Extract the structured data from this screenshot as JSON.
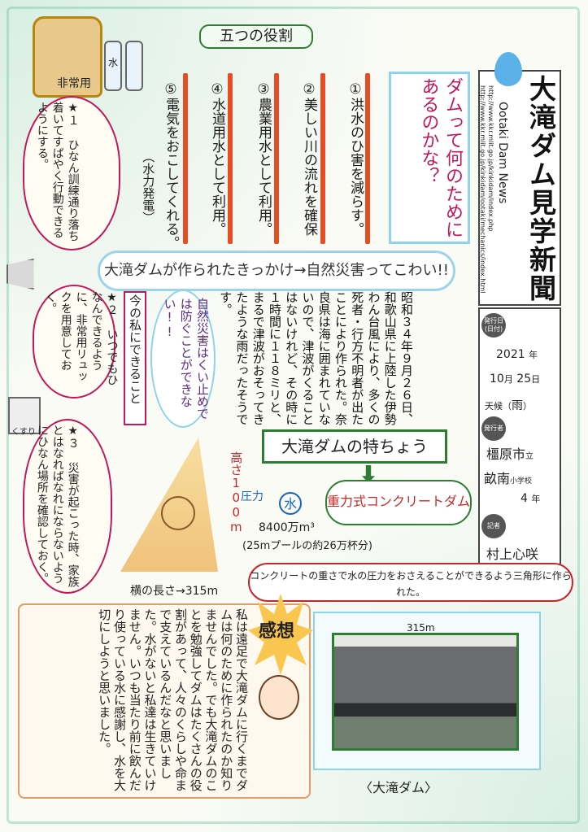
{
  "section_title": "五つの役割",
  "roles": [
    "①洪水のひ害を減らす。",
    "②美しい川の流れを確保",
    "③農業用水として利用。",
    "④水道用水として利用。",
    "⑤電気をおこしてくれる。"
  ],
  "role5_note": "（水力発電）",
  "question": "ダムって何のためにあるのかな？",
  "masthead": {
    "title": "大滝ダム見学新聞",
    "subtitle": "Ootaki Dam News",
    "url1": "http://www.kkr.mlit.go.jp/kinkidam/index.php",
    "url2": "http://www.kkr.mlit.go.jp/kinkidam/ootaki/mechanics/index.html"
  },
  "info": {
    "issue_label": "発行日",
    "issue_label_sub": "(日付)",
    "year": "2021",
    "year_unit": "年",
    "month": "10",
    "month_unit": "月",
    "day": "25",
    "day_unit": "日",
    "weather_label": "天候（",
    "weather": "雨",
    "weather_close": "）",
    "publisher_label": "発行者",
    "city": "橿原市",
    "city_unit": "立",
    "school": "畝南",
    "school_unit": "小学校",
    "grade": "4",
    "grade_unit": "年",
    "reporter_label": "記者",
    "reporter": "村上心咲"
  },
  "emergency_label": "非常用",
  "water_label": "水",
  "bag_label": "くすり",
  "cloud_title": "大滝ダムが作られたきっかけ→自然災害ってこわい!!",
  "story": "昭和３４年９月２６日、和歌山県に上陸した伊勢わん台風により、多くの死者・行方不明者が出たことにより作られた。奈良県は海に囲まれていないので、津波がくることはないけれど、その時に１時間に１１８ミリと、まるで津波がおそってきたような雨だったそうです。",
  "nature_note": "自然災害はくい止めでは防ぐことができない!!",
  "can_do_title": "今の私にできること",
  "tips": [
    "★１ ひなん訓練通り落ち着いてすばやく行動できるようにする。",
    "★２ いつでもひなんできるように、非常用リュックを用意しておく。",
    "★３ 災害が起こった時、家族とはなればなれにならないようにひなん場所を確認しておく。"
  ],
  "feature_title": "大滝ダムの特ちょう",
  "height_label": "高さ100m",
  "water_pressure_label": "圧力",
  "water_circle": "水",
  "water_volume": "8400万m³",
  "water_volume_note": "(25mプールの約26万杯分)",
  "dam_type": "重力式コンクリートダム",
  "width_label": "横の長さ→315m",
  "note_banner": "コンクリートの重さで水の圧力をおさえることができるよう三角形に作られた。",
  "kansou_title": "感想",
  "kansou": "私は遠足で大滝ダムに行くまでダムは何のために作られたのか知りませんでした。でも大滝ダムのことを勉強してダムはたくさんの役割があって、人々のくらしや命まで支えているんだなと思いました。水がないと私達は生きていけません。いつも当たり前に飲んだり使っている水に感謝し、水を大切にしようと思いました。",
  "photo_width": "315m",
  "photo_caption": "〈大滝ダム〉"
}
